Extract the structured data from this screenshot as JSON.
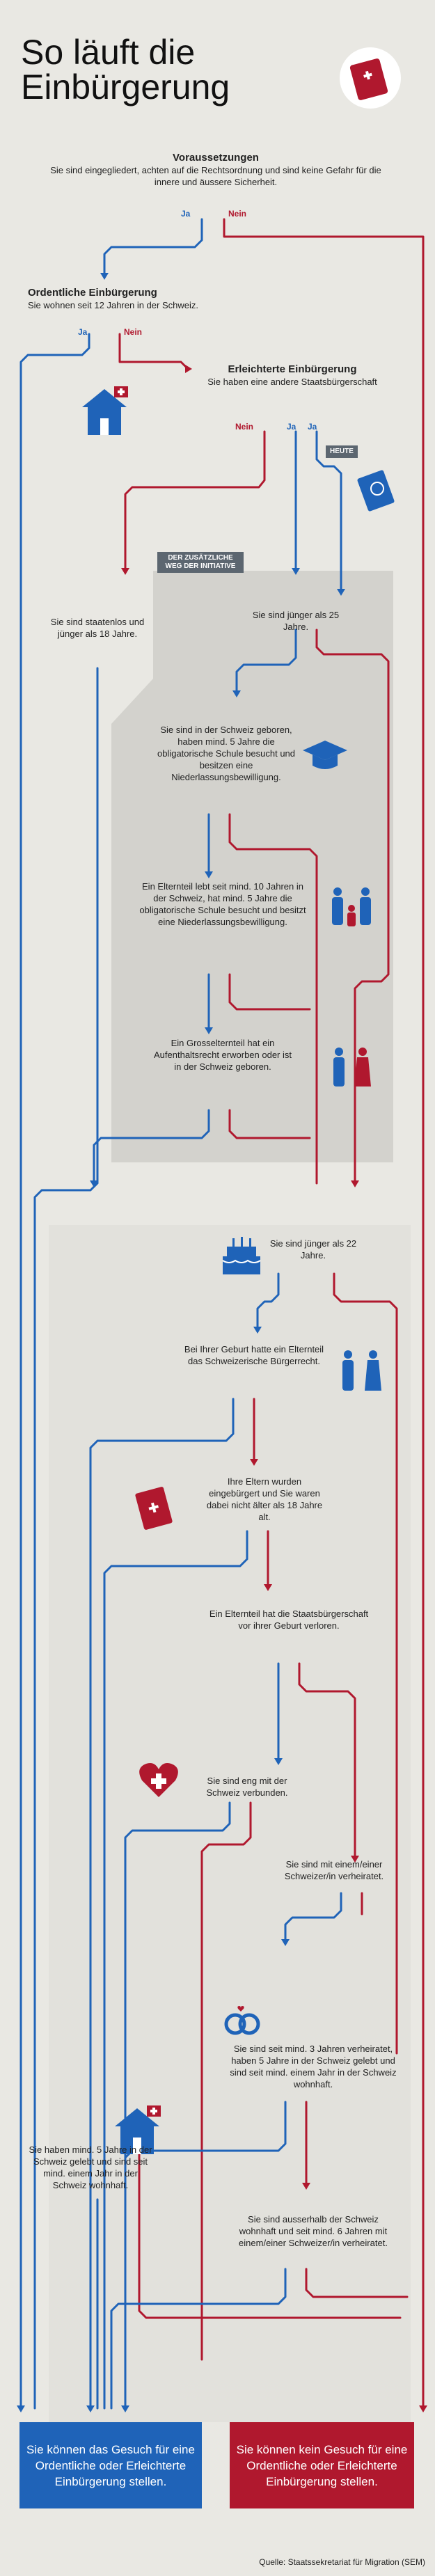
{
  "title": {
    "line1": "So läuft die",
    "line2": "Einbürgerung"
  },
  "labels": {
    "ja": "Ja",
    "nein": "Nein"
  },
  "badge_heute": "HEUTE",
  "initiative_label": "DER ZUSÄTZLICHE WEG DER INITIATIVE",
  "nodes": {
    "voraussetzungen": {
      "title": "Voraussetzungen",
      "text": "Sie sind eingegliedert, achten auf die Rechtsordnung und sind keine Gefahr für die innere und äussere Sicherheit."
    },
    "ordentliche": {
      "title": "Ordentliche Einbürgerung",
      "text": "Sie wohnen seit 12 Jahren in der Schweiz."
    },
    "erleichterte": {
      "title": "Erleichterte Einbürgerung",
      "text": "Sie haben eine andere Staatsbürgerschaft"
    },
    "staatenlos": "Sie sind staatenlos und jünger als 18 Jahre.",
    "juenger25": "Sie sind jünger als 25 Jahre.",
    "geboren": "Sie sind in der Schweiz geboren, haben mind. 5 Jahre die obligatorische Schule besucht und besitzen eine Niederlassungsbewilligung.",
    "elternteil10": "Ein Elternteil lebt seit mind. 10 Jahren in der Schweiz, hat mind. 5 Jahre die obligatorische Schule besucht und besitzt eine Niederlassungsbewilligung.",
    "grosselternteil": "Ein Grosselternteil hat ein Aufenthaltsrecht erworben oder ist in der Schweiz geboren.",
    "juenger22": "Sie sind jünger als 22 Jahre.",
    "geburt": "Bei Ihrer Geburt hatte ein Elternteil das Schweizerische Bürgerrecht.",
    "eltern_eingebuergert": "Ihre Eltern wurden eingebürgert und Sie waren dabei nicht älter als 18 Jahre alt.",
    "verloren": "Ein Elternteil hat die Staatsbürgerschaft vor ihrer Geburt verloren.",
    "verbunden": "Sie sind eng mit der Schweiz verbunden.",
    "verheiratet": "Sie sind mit einem/einer Schweizer/in verheiratet.",
    "drei_jahre": "Sie sind seit mind. 3 Jahren verheiratet, haben 5 Jahre in der Schweiz gelebt und sind seit mind. einem Jahr in der Schweiz wohnhaft.",
    "fuenf_jahre": "Sie haben mind. 5 Jahre in der Schweiz gelebt und sind seit mind. einem Jahr in der Schweiz wohnhaft.",
    "ausserhalb": "Sie sind ausserhalb der Schweiz wohnhaft und seit mind. 6 Jahren mit einem/einer Schweizer/in verheiratet."
  },
  "outcomes": {
    "yes": "Sie können das Gesuch für eine Ordentliche oder Erleichterte Einbürgerung stellen.",
    "no": "Sie können kein Gesuch für eine Ordentliche oder Erleichterte Einbürgerung stellen."
  },
  "source": "Quelle: Staatssekretariat für Migration (SEM)",
  "colors": {
    "yes": "#1f63b8",
    "no": "#b0182e",
    "background": "#e9e8e3",
    "initiative_panel": "#d3d2cd",
    "badge": "#5c6670"
  },
  "icons": [
    "passport-icon",
    "house-icon",
    "graduation-cap-icon",
    "family-icon",
    "grandparents-icon",
    "birthday-cake-icon",
    "parents-icon",
    "heart-cross-icon",
    "wedding-rings-icon"
  ]
}
